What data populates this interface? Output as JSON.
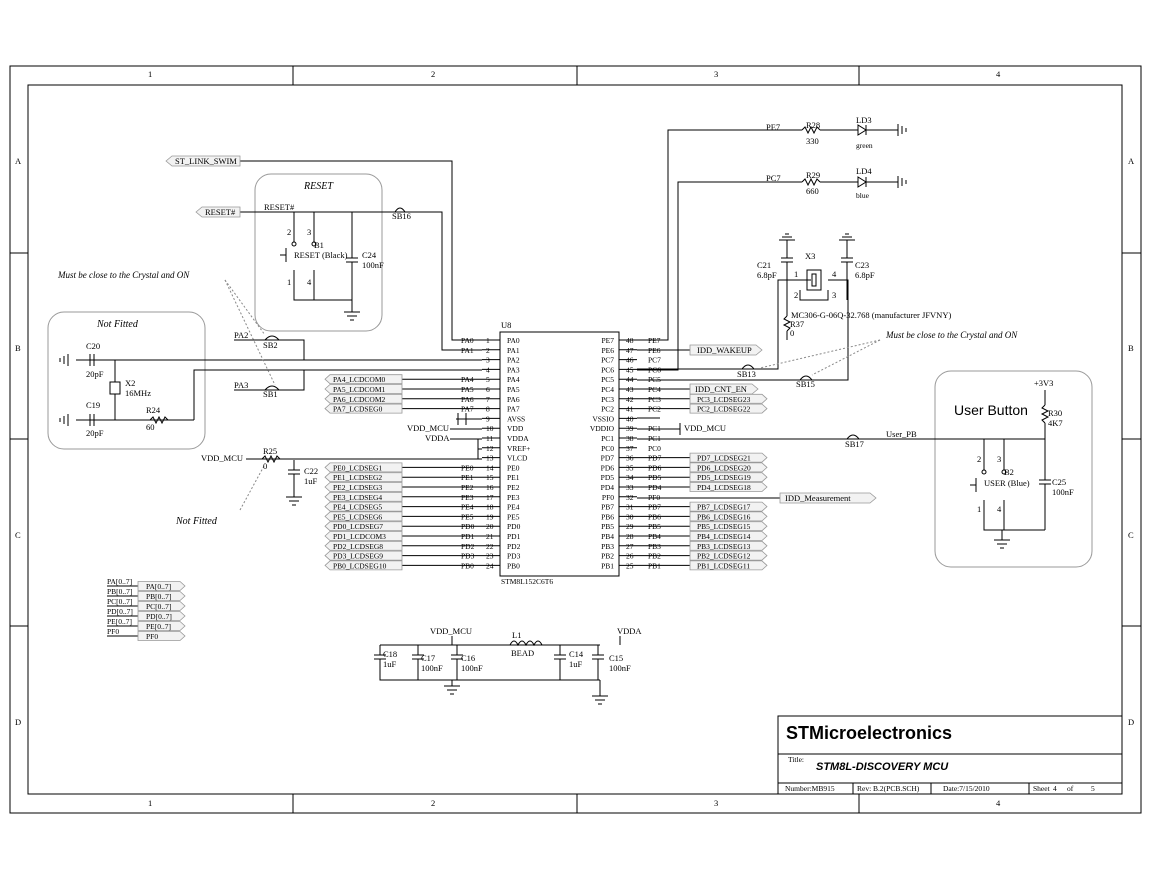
{
  "frame": {
    "columns": [
      "1",
      "2",
      "3",
      "4"
    ],
    "rows": [
      "A",
      "B",
      "C",
      "D"
    ]
  },
  "mcu": {
    "ref": "U8",
    "part": "STM8L152C6T6",
    "left_pins": [
      {
        "num": "1",
        "name": "PA0"
      },
      {
        "num": "2",
        "name": "PA1"
      },
      {
        "num": "3",
        "name": "PA2"
      },
      {
        "num": "4",
        "name": "PA3"
      },
      {
        "num": "5",
        "name": "PA4"
      },
      {
        "num": "6",
        "name": "PA5"
      },
      {
        "num": "7",
        "name": "PA6"
      },
      {
        "num": "8",
        "name": "PA7"
      },
      {
        "num": "9",
        "name": "AVSS"
      },
      {
        "num": "10",
        "name": "VDD"
      },
      {
        "num": "11",
        "name": "VDDA"
      },
      {
        "num": "12",
        "name": "VREF+"
      },
      {
        "num": "13",
        "name": "VLCD"
      },
      {
        "num": "14",
        "name": "PE0"
      },
      {
        "num": "15",
        "name": "PE1"
      },
      {
        "num": "16",
        "name": "PE2"
      },
      {
        "num": "17",
        "name": "PE3"
      },
      {
        "num": "18",
        "name": "PE4"
      },
      {
        "num": "19",
        "name": "PE5"
      },
      {
        "num": "20",
        "name": "PD0"
      },
      {
        "num": "21",
        "name": "PD1"
      },
      {
        "num": "22",
        "name": "PD2"
      },
      {
        "num": "23",
        "name": "PD3"
      },
      {
        "num": "24",
        "name": "PB0"
      }
    ],
    "right_pins": [
      {
        "num": "48",
        "name": "PE7"
      },
      {
        "num": "47",
        "name": "PE6"
      },
      {
        "num": "46",
        "name": "PC7"
      },
      {
        "num": "45",
        "name": "PC6"
      },
      {
        "num": "44",
        "name": "PC5"
      },
      {
        "num": "43",
        "name": "PC4"
      },
      {
        "num": "42",
        "name": "PC3"
      },
      {
        "num": "41",
        "name": "PC2"
      },
      {
        "num": "40",
        "name": "VSSIO"
      },
      {
        "num": "39",
        "name": "VDDIO"
      },
      {
        "num": "38",
        "name": "PC1"
      },
      {
        "num": "37",
        "name": "PC0"
      },
      {
        "num": "36",
        "name": "PD7"
      },
      {
        "num": "35",
        "name": "PD6"
      },
      {
        "num": "34",
        "name": "PD5"
      },
      {
        "num": "33",
        "name": "PD4"
      },
      {
        "num": "32",
        "name": "PF0"
      },
      {
        "num": "31",
        "name": "PB7"
      },
      {
        "num": "30",
        "name": "PB6"
      },
      {
        "num": "29",
        "name": "PB5"
      },
      {
        "num": "28",
        "name": "PB4"
      },
      {
        "num": "27",
        "name": "PB3"
      },
      {
        "num": "26",
        "name": "PB2"
      },
      {
        "num": "25",
        "name": "PB1"
      }
    ]
  },
  "left_nets": [
    "PA0",
    "PA1",
    "",
    "",
    "PA4",
    "PA5",
    "PA6",
    "PA7",
    "",
    "",
    "",
    "",
    "",
    "PE0",
    "PE1",
    "PE2",
    "PE3",
    "PE4",
    "PE5",
    "PD0",
    "PD1",
    "PD2",
    "PD3",
    "PB0"
  ],
  "right_nets": [
    "PE7",
    "PE6",
    "PC7",
    "PC6",
    "PC5",
    "PC4",
    "PC3",
    "PC2",
    "",
    "PC1",
    "PC1",
    "PC0",
    "PD7",
    "PD6",
    "PD5",
    "PD4",
    "PF0",
    "PB7",
    "PB6",
    "PB5",
    "PB4",
    "PB3",
    "PB2",
    "PB1"
  ],
  "left_tags": [
    "PA4_LCDCOM0",
    "PA5_LCDCOM1",
    "PA6_LCDCOM2",
    "PA7_LCDSEG0",
    "PE0_LCDSEG1",
    "PE1_LCDSEG2",
    "PE2_LCDSEG3",
    "PE3_LCDSEG4",
    "PE4_LCDSEG5",
    "PE5_LCDSEG6",
    "PD0_LCDSEG7",
    "PD1_LCDCOM3",
    "PD2_LCDSEG8",
    "PD3_LCDSEG9",
    "PB0_LCDSEG10"
  ],
  "right_tags": [
    "PC3_LCDSEG23",
    "PC2_LCDSEG22",
    "PD7_LCDSEG21",
    "PD6_LCDSEG20",
    "PD5_LCDSEG19",
    "PD4_LCDSEG18",
    "PB7_LCDSEG17",
    "PB6_LCDSEG16",
    "PB5_LCDSEG15",
    "PB4_LCDSEG14",
    "PB3_LCDSEG13",
    "PB2_LCDSEG12",
    "PB1_LCDSEG11"
  ],
  "bus_wires": [
    "PA[0..7]",
    "PB[0..7]",
    "PC[0..7]",
    "PD[0..7]",
    "PE[0..7]",
    "PF0"
  ],
  "bus_tags": [
    "PA[0..7]",
    "PB[0..7]",
    "PC[0..7]",
    "PD[0..7]",
    "PE[0..7]",
    "PF0"
  ],
  "ports": {
    "st_link": "ST_LINK_SWIM",
    "reset": "RESET#",
    "idd_wakeup": "IDD_WAKEUP",
    "idd_cnt_en": "IDD_CNT_EN",
    "idd_meas": "IDD_Measurement"
  },
  "labels": {
    "reset_net": "RESET#",
    "pa2": "PA2",
    "pa3": "PA3",
    "pe7": "PE7",
    "pc7": "PC7",
    "vdd_mcu": "VDD_MCU",
    "vdda": "VDDA",
    "vdd_mcu2": "VDD_MCU",
    "vdd_mcu3": "VDD_MCU",
    "vdda2": "VDDA",
    "user_pb": "User_PB",
    "v3": "+3V3"
  },
  "groups": {
    "reset": "RESET",
    "not_fitted": "Not Fitted",
    "not_fitted2": "Not Fitted",
    "user_button": "User Button"
  },
  "notes": {
    "crystal_left": "Must be close to the Crystal and ON",
    "crystal_right": "Must be close to the Crystal and ON"
  },
  "components": {
    "r28": "R28",
    "r28v": "330",
    "ld3": "LD3",
    "ld3c": "green",
    "r29": "R29",
    "r29v": "660",
    "ld4": "LD4",
    "ld4c": "blue",
    "c21": "C21",
    "c21v": "6.8pF",
    "c23": "C23",
    "c23v": "6.8pF",
    "x3": "X3",
    "x3p1": "1",
    "x3p2": "2",
    "x3p3": "3",
    "x3p4": "4",
    "x3part": "MC306-G-06Q-32.768 (manufacturer JFVNY)",
    "r37": "R37",
    "r37v": "0",
    "b1": "B1",
    "b1d": "RESET (Black)",
    "c24": "C24",
    "c24v": "100nF",
    "c20": "C20",
    "c20v": "20pF",
    "c19": "C19",
    "c19v": "20pF",
    "x2": "X2",
    "x2v": "16MHz",
    "r24": "R24",
    "r24v": "60",
    "r25": "R25",
    "r25v": "0",
    "c22": "C22",
    "c22v": "1uF",
    "sb16": "SB16",
    "sb2": "SB2",
    "sb1": "SB1",
    "sb13": "SB13",
    "sb15": "SB15",
    "sb17": "SB17",
    "b2": "B2",
    "b2d": "USER (Blue)",
    "r30": "R30",
    "r30v": "4K7",
    "c25": "C25",
    "c25v": "100nF",
    "c18": "C18",
    "c18v": "1uF",
    "c17": "C17",
    "c17v": "100nF",
    "c16": "C16",
    "c16v": "100nF",
    "l1": "L1",
    "l1v": "BEAD",
    "c14": "C14",
    "c14v": "1uF",
    "c15": "C15",
    "c15v": "100nF",
    "sw_p2": "2",
    "sw_p3": "3",
    "sw_p1": "1",
    "sw_p4": "4",
    "sw2_p2": "2",
    "sw2_p3": "3",
    "sw2_p1": "1",
    "sw2_p4": "4"
  },
  "title_block": {
    "company": "STMicroelectronics",
    "title_label": "Title:",
    "title": "STM8L-DISCOVERY MCU",
    "number": "Number:MB915",
    "rev": "Rev:  B.2(PCB.SCH)",
    "date": "Date:7/15/2010",
    "sheet": "Sheet",
    "sheet_no": "4",
    "of": "of",
    "sheet_total": "5"
  }
}
